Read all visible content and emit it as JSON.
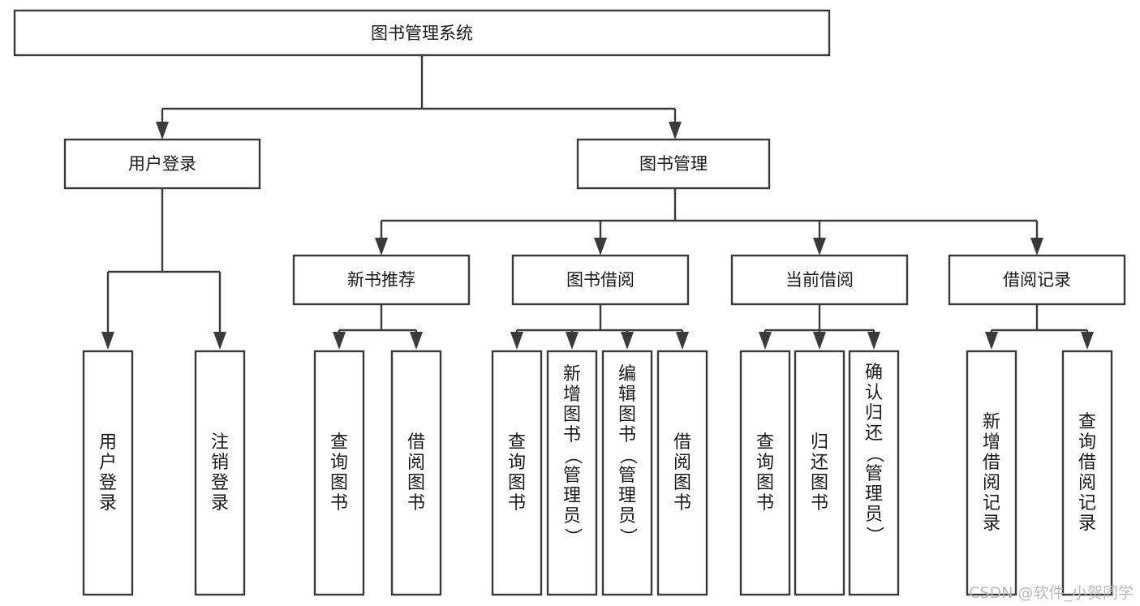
{
  "diagram": {
    "title": "图书管理系统",
    "type": "functional-structure-tree",
    "orientation": "top-down",
    "background_color": "#ffffff",
    "line_color": "#3a3a3a",
    "text_color": "#1a1a1a",
    "root": {
      "label": "图书管理系统"
    },
    "level1": [
      {
        "label": "用户登录"
      },
      {
        "label": "图书管理"
      }
    ],
    "level2": [
      {
        "label": "新书推荐"
      },
      {
        "label": "图书借阅"
      },
      {
        "label": "当前借阅"
      },
      {
        "label": "借阅记录"
      }
    ],
    "leaves": {
      "user_login": [
        {
          "label": "用户登录"
        },
        {
          "label": "注销登录"
        }
      ],
      "new_book_recommend": [
        {
          "label": "查询图书"
        },
        {
          "label": "借阅图书"
        }
      ],
      "book_borrow": [
        {
          "label": "查询图书"
        },
        {
          "label": "新增图书（管理员）"
        },
        {
          "label": "编辑图书（管理员）"
        },
        {
          "label": "借阅图书"
        }
      ],
      "current_borrow": [
        {
          "label": "查询图书"
        },
        {
          "label": "归还图书"
        },
        {
          "label": "确认归还（管理员）"
        }
      ],
      "borrow_record": [
        {
          "label": "新增借阅记录"
        },
        {
          "label": "查询借阅记录"
        }
      ]
    }
  },
  "watermark": {
    "text": "CSDN @软件_小贺同学"
  }
}
